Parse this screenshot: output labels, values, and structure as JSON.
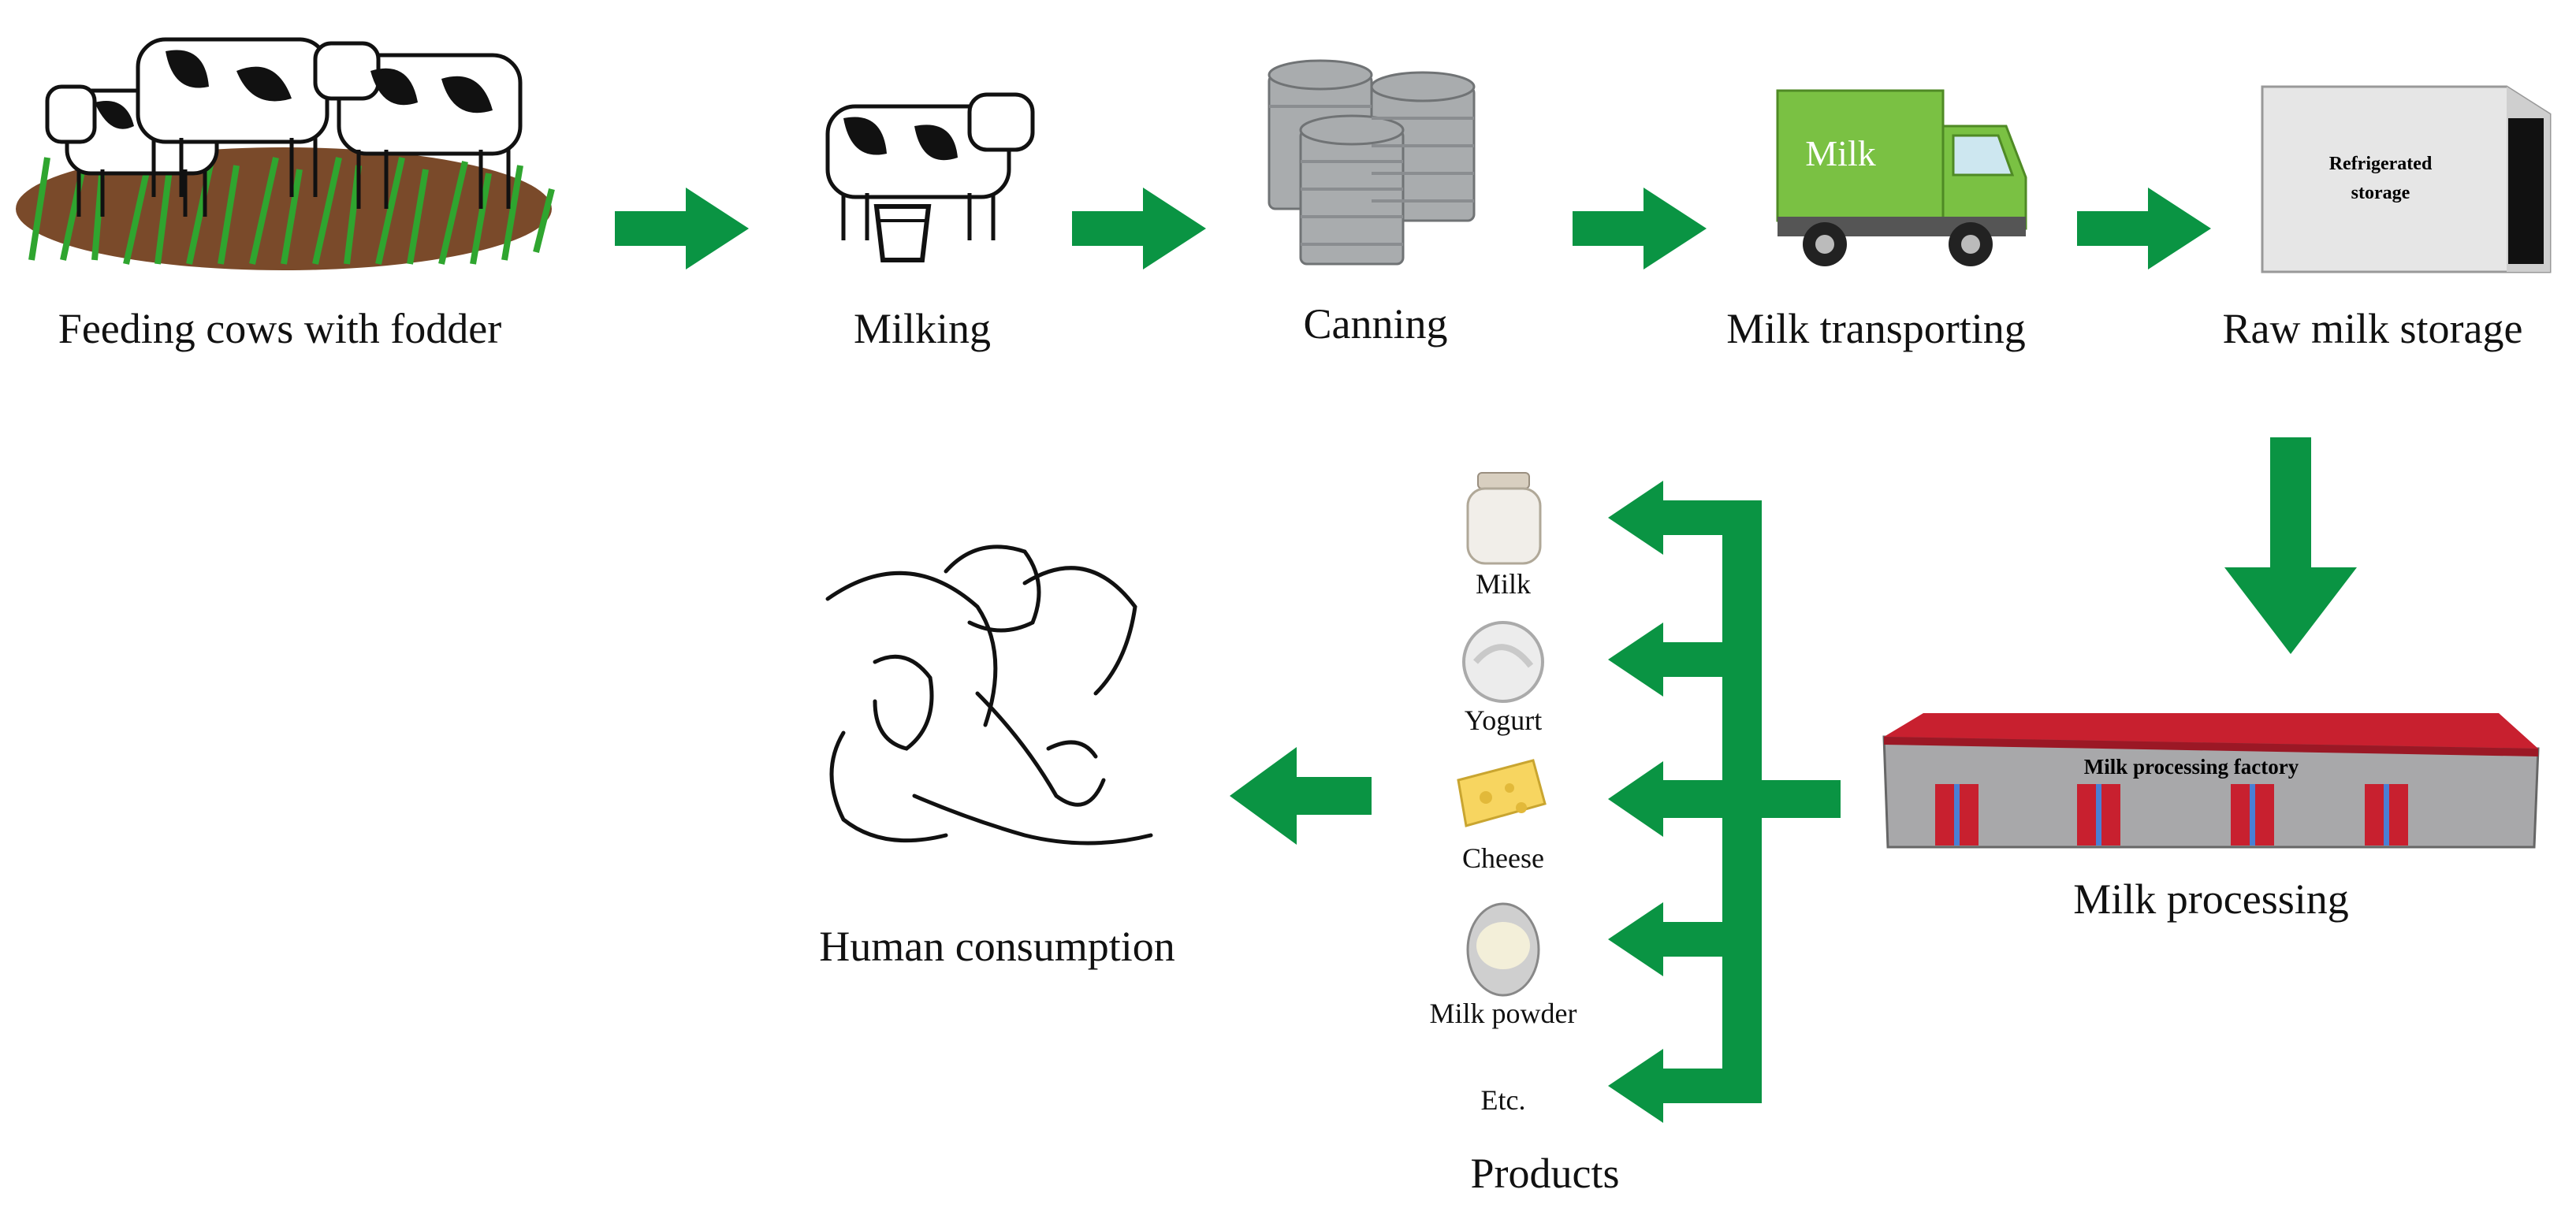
{
  "stages": {
    "feeding": "Feeding cows with fodder",
    "milking": "Milking",
    "canning": "Canning",
    "transporting": "Milk transporting",
    "storage": "Raw milk storage",
    "processing": "Milk processing",
    "consumption": "Human consumption",
    "products": "Products"
  },
  "illustration_text": {
    "truck": "Milk",
    "storage_line1": "Refrigerated",
    "storage_line2": "storage",
    "factory": "Milk processing factory"
  },
  "products": [
    "Milk",
    "Yogurt",
    "Cheese",
    "Milk powder",
    "Etc."
  ],
  "colors": {
    "arrow": "#0a9443",
    "factory_roof": "#c8202f",
    "factory_wall": "#a8a8aa",
    "truck_green": "#7ac143",
    "window_blue": "#4a7fd4"
  }
}
